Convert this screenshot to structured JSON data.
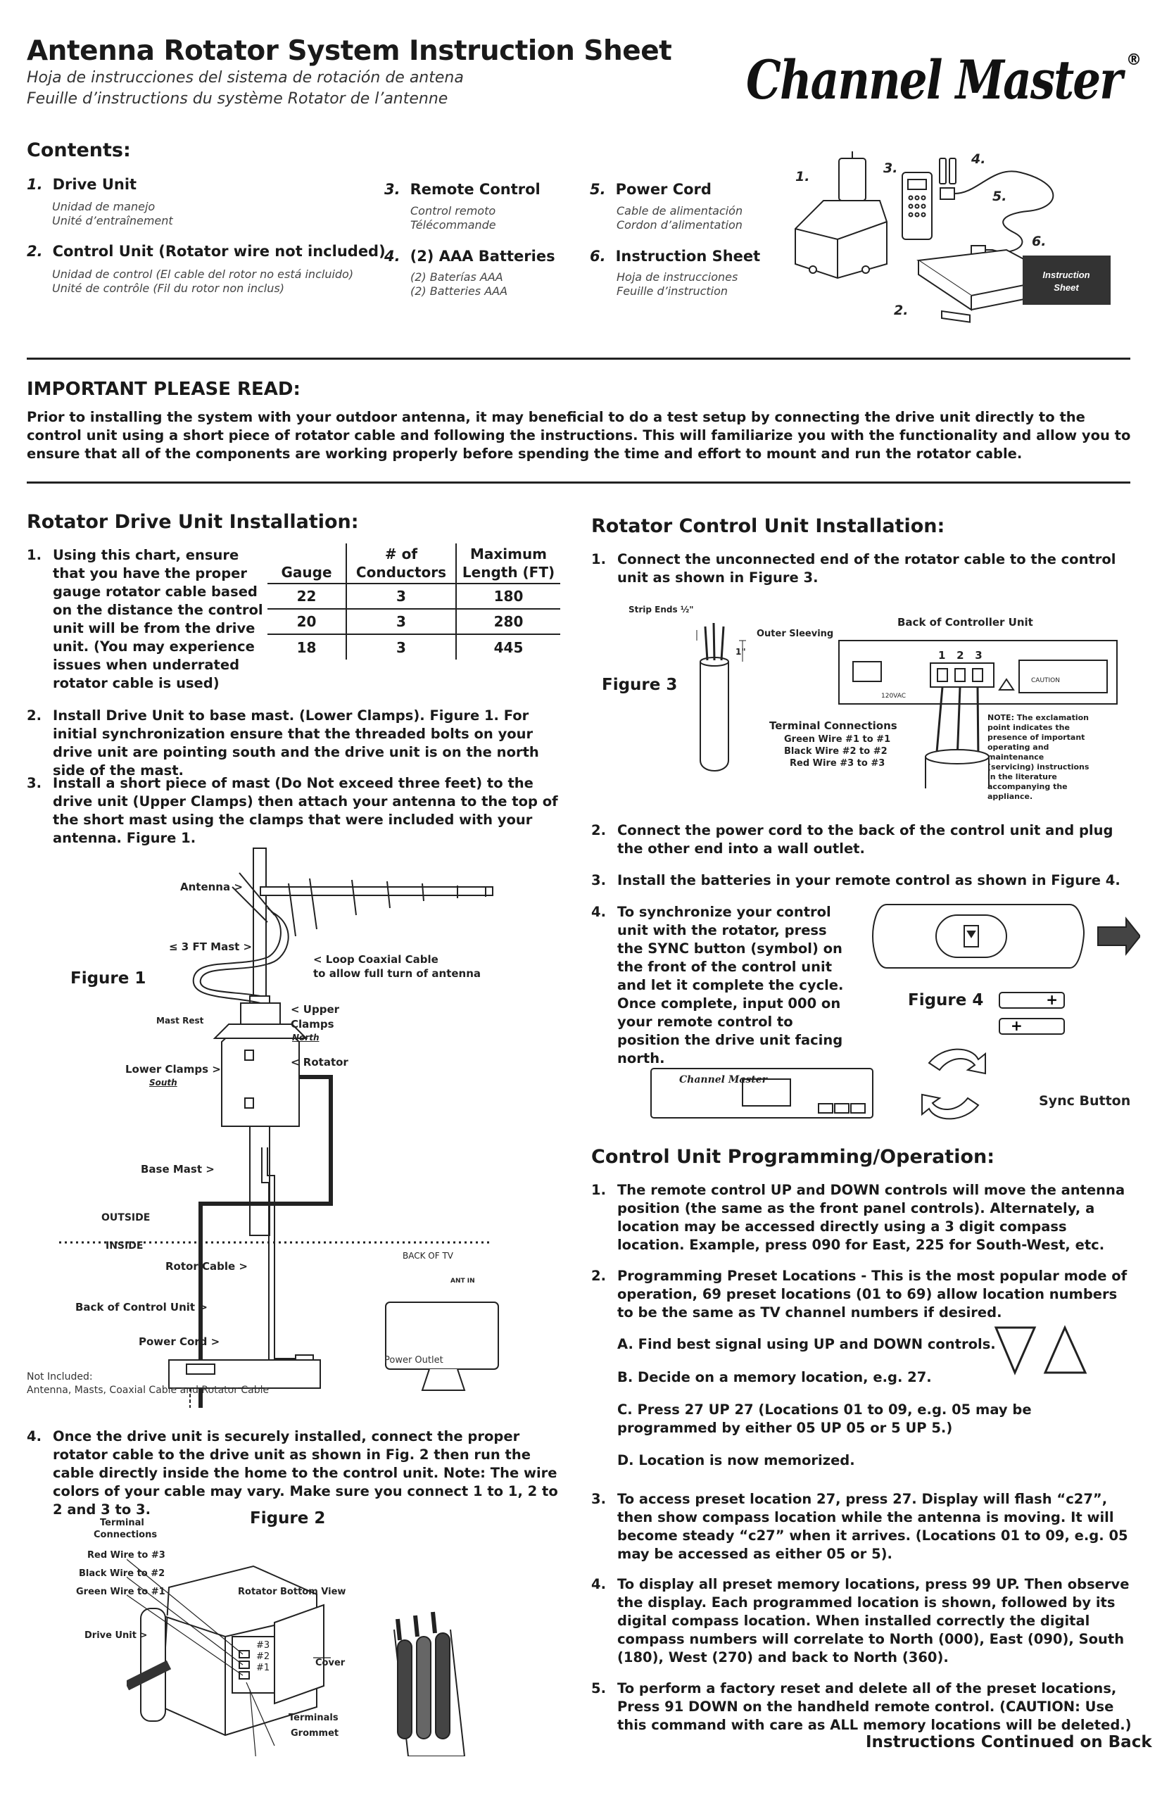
{
  "header": {
    "title": "Antenna Rotator System Instruction Sheet",
    "subtitle_es": "Hoja de instrucciones del sistema de rotación de antena",
    "subtitle_fr": "Feuille d’instructions du système Rotator de l’antenne",
    "logo_text": "Channel Master",
    "logo_mark": "®"
  },
  "contents": {
    "heading": "Contents:",
    "items": [
      {
        "num": "1.",
        "label": "Drive Unit",
        "es": "Unidad de manejo",
        "fr": "Unité d’entraînement"
      },
      {
        "num": "2.",
        "label": "Control Unit (Rotator wire not included)",
        "es": "Unidad de control (El cable del rotor no está incluido)",
        "fr": "Unité de contrôle (Fil du rotor non inclus)"
      },
      {
        "num": "3.",
        "label": "Remote Control",
        "es": "Control remoto",
        "fr": "Télécommande"
      },
      {
        "num": "4.",
        "label": "(2) AAA Batteries",
        "es": "(2) Baterías AAA",
        "fr": "(2) Batteries AAA"
      },
      {
        "num": "5.",
        "label": "Power Cord",
        "es": "Cable de alimentación",
        "fr": "Cordon d’alimentation"
      },
      {
        "num": "6.",
        "label": "Instruction Sheet",
        "es": "Hoja de instrucciones",
        "fr": "Feuille d’instruction"
      }
    ],
    "illustration_numbers": [
      "1.",
      "2.",
      "3.",
      "4.",
      "5.",
      "6."
    ],
    "instruction_sheet_label": "Instruction Sheet"
  },
  "important": {
    "heading": "IMPORTANT PLEASE READ:",
    "text": "Prior to installing the system with your outdoor antenna, it may beneficial to do a test setup by connecting the drive unit directly to the control unit using a short piece of rotator cable and following the instructions.  This will familiarize you with the functionality and allow you to ensure that all of the components are working properly before spending the time and effort to mount and run the rotator cable."
  },
  "drive_install": {
    "heading": "Rotator Drive Unit Installation:",
    "steps": [
      {
        "num": "1.",
        "text": "Using this chart, ensure that you have the proper gauge rotator cable based on the distance the control unit will be from the drive unit. (You may experience issues when underrated rotator cable is used)"
      },
      {
        "num": "2.",
        "text": "Install Drive Unit to base mast. (Lower Clamps). Figure 1. For initial synchronization ensure that the threaded bolts on your drive unit are pointing south and the drive unit is on the north side of the mast."
      },
      {
        "num": "3.",
        "text": "Install a short piece of mast (Do Not exceed three feet) to the drive unit (Upper Clamps) then attach your antenna to the top of the short mast using the clamps that were included with your antenna. Figure 1."
      },
      {
        "num": "4.",
        "text": "Once the drive unit is securely installed, connect the proper rotator cable to the drive unit as shown in Fig. 2 then run the cable directly inside the home to the control unit. Note: The wire colors of your cable may vary. Make sure you connect 1 to 1, 2 to 2 and 3 to 3."
      }
    ],
    "table": {
      "headers": [
        "Gauge",
        "# of Conductors",
        "Maximum Length (FT)"
      ],
      "rows": [
        [
          "22",
          "3",
          "180"
        ],
        [
          "20",
          "3",
          "280"
        ],
        [
          "18",
          "3",
          "445"
        ]
      ]
    },
    "figure1": {
      "label": "Figure 1",
      "antenna": "Antenna >",
      "three_ft": "≤ 3 FT Mast >",
      "loop": "< Loop Coaxial Cable",
      "loop2": "to allow full turn of antenna",
      "mast_rest": "Mast Rest",
      "upper": "< Upper",
      "clamps": "Clamps",
      "north": "North",
      "rotator": "< Rotator",
      "lower": "Lower Clamps >",
      "south": "South",
      "base_mast": "Base Mast >",
      "outside": "OUTSIDE",
      "inside": "INSIDE",
      "rotor_cable": "Rotor Cable >",
      "back_tv": "BACK OF TV",
      "ant_in": "ANT IN",
      "back_control": "Back of Control Unit >",
      "power_cord": "Power Cord >",
      "power_outlet": "Power Outlet",
      "not_included": "Not Included:",
      "not_included_2": "Antenna, Masts, Coaxial Cable and Rotator Cable"
    },
    "figure2": {
      "label": "Figure 2",
      "terminal": "Terminal",
      "connections": "Connections",
      "red": "Red Wire to #3",
      "black": "Black Wire to #2",
      "green": "Green Wire to #1",
      "bottom_view": "Rotator Bottom View",
      "drive_unit": "Drive Unit >",
      "t3": "#3",
      "t2": "#2",
      "t1": "#1",
      "cover": "Cover",
      "terminals": "Terminals",
      "grommet": "Grommet"
    }
  },
  "control_install": {
    "heading": "Rotator Control Unit Installation:",
    "steps": [
      {
        "num": "1.",
        "text": "Connect the unconnected end of the rotator cable to the control unit as shown in Figure 3."
      },
      {
        "num": "2.",
        "text": "Connect the power cord to the back of the control unit and plug the other end into a wall outlet."
      },
      {
        "num": "3.",
        "text": "Install the batteries in your remote control as shown in Figure 4."
      },
      {
        "num": "4.",
        "text": "To synchronize your control unit with the rotator, press the SYNC button (symbol) on the front of the control unit and let it complete the cycle.  Once complete, input 000 on your remote control to position the drive unit facing north."
      }
    ],
    "figure3": {
      "label": "Figure 3",
      "strip": "Strip Ends ½\"",
      "one_in": "1\"",
      "outer": "Outer Sleeving",
      "back_ctrl": "Back of Controller Unit",
      "terms": "1   2   3",
      "vac": "120VAC",
      "caution": "CAUTION",
      "term_conn": "Terminal Connections",
      "green": "Green Wire #1 to #1",
      "black": "Black Wire #2 to #2",
      "red": "Red Wire #3 to #3",
      "note": "NOTE: The exclamation point indicates the presence of important operating and maintenance (servicing) instructions in the literature accompanying the appliance."
    },
    "figure4": {
      "label": "Figure 4",
      "sync": "Sync Button",
      "brand": "Channel Master"
    }
  },
  "programming": {
    "heading": "Control Unit Programming/Operation:",
    "steps": [
      {
        "num": "1.",
        "text": "The remote control UP and DOWN controls will move the antenna position (the same as the front panel controls). Alternately, a location may be accessed directly using a 3 digit compass location. Example, press 090 for East, 225 for South-West, etc."
      },
      {
        "num": "2.",
        "text": "Programming Preset Locations - This is the most popular mode of operation, 69 preset locations (01 to 69) allow location numbers to be the same as TV channel numbers if desired."
      },
      {
        "num": "3.",
        "text": "To access preset location 27, press 27. Display will flash “c27”, then show compass location while the antenna is moving. It will become steady “c27” when it arrives. (Locations 01 to 09, e.g. 05 may be accessed as either 05 or 5)."
      },
      {
        "num": "4.",
        "text": "To display all preset memory locations, press 99 UP. Then observe the display. Each programmed location is shown, followed by its digital compass location.  When installed correctly the digital compass numbers will correlate to North (000), East (090), South (180), West (270) and back to North (360)."
      },
      {
        "num": "5.",
        "text": "To perform a factory reset and delete all of the preset locations, Press 91 DOWN on the handheld remote control.  (CAUTION: Use this command with care as ALL memory locations will be deleted.)"
      }
    ],
    "sub_steps": {
      "a": "A. Find best signal using UP and DOWN controls.",
      "b": "B. Decide on a memory location, e.g. 27.",
      "c": "C. Press 27 UP 27 (Locations 01 to 09, e.g. 05 may be programmed by either 05 UP 05 or 5 UP 5.)",
      "d": "D. Location is now memorized."
    }
  },
  "footer": {
    "continued": "Instructions Continued on Back"
  }
}
